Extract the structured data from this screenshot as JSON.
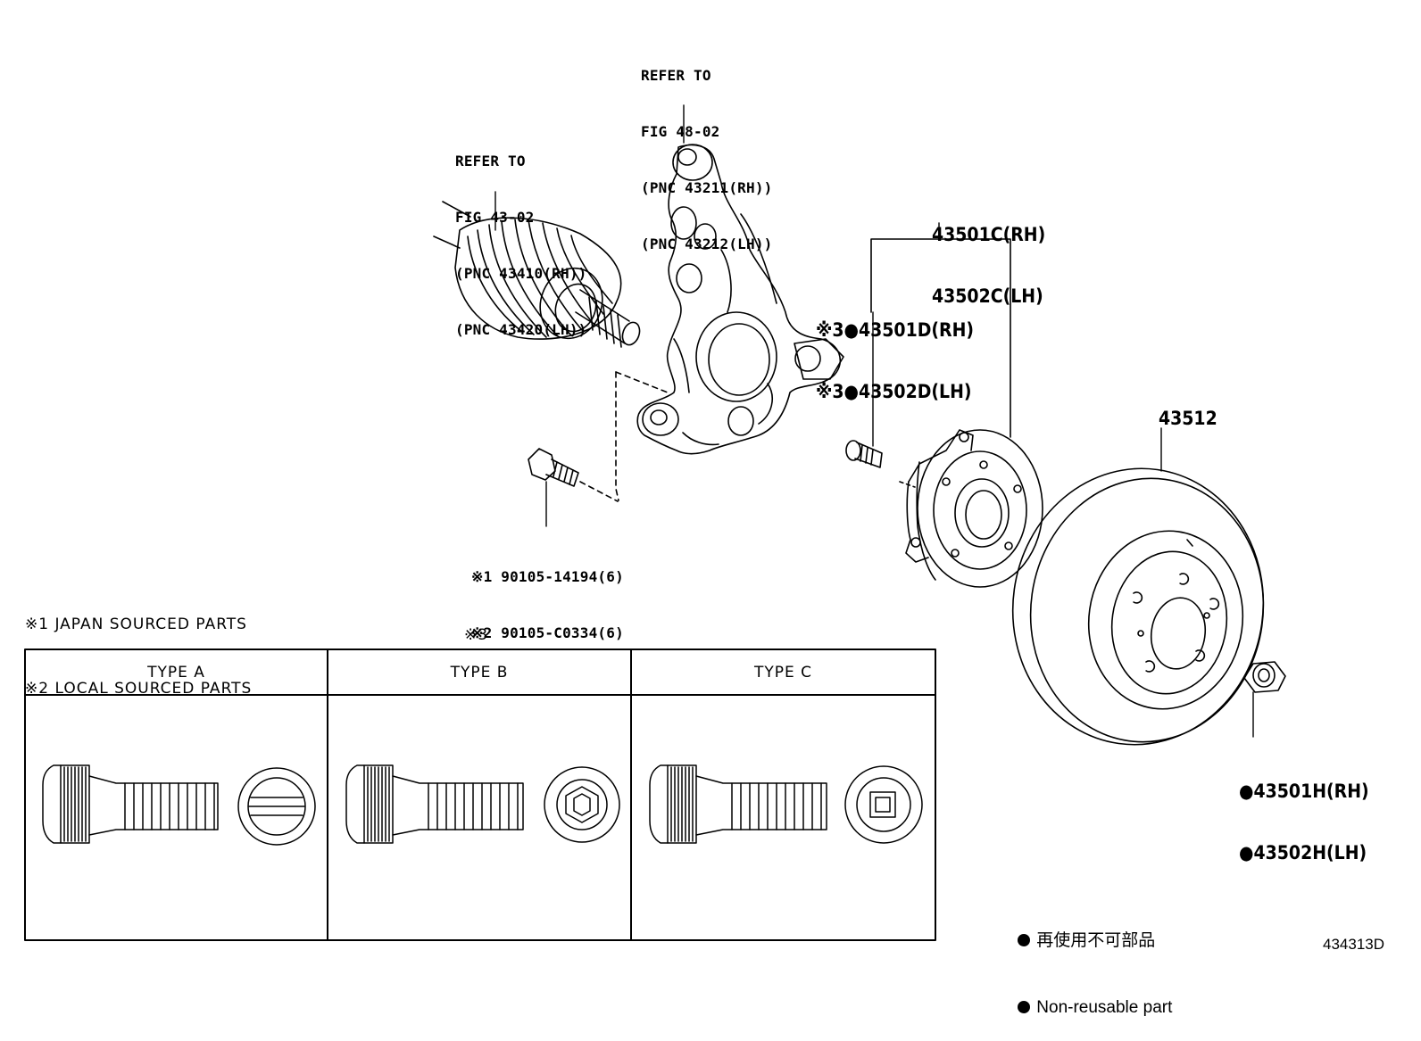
{
  "callouts": {
    "knuckle_ref": [
      "REFER TO",
      "FIG 48-02",
      "(PNC 43211(RH))",
      "(PNC 43212(LH))"
    ],
    "shaft_ref": [
      "REFER TO",
      "FIG 43-02",
      "(PNC 43410(RH))",
      "(PNC 43420(LH))"
    ],
    "hub_assy": [
      "43501C(RH)",
      "43502C(LH)"
    ],
    "hub_bolt_rh": "※3●43501D(RH)",
    "hub_bolt_lh": "※3●43502D(LH)",
    "disc": "43512",
    "nut_rh": "●43501H(RH)",
    "nut_lh": "●43502H(LH)",
    "bolt_1": "※1 90105-14194(6)",
    "bolt_2": "※2 90105-C0334(6)"
  },
  "notes": {
    "note_1": "※1 JAPAN SOURCED PARTS",
    "note_2": "※2 LOCAL SOURCED PARTS",
    "table_marker": "※3"
  },
  "types_table": {
    "headers": [
      "TYPE A",
      "TYPE B",
      "TYPE C"
    ]
  },
  "legend": {
    "jp": "再使用不可部品",
    "en": "Non-reusable part"
  },
  "figure_id": "434313D"
}
